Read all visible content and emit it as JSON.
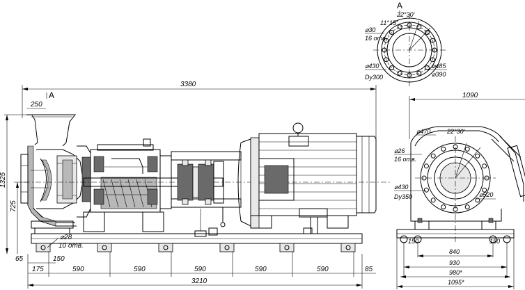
{
  "section_label": "A",
  "side_view_label": "A",
  "main_view": {
    "overall_length": "3380",
    "inlet_offset": "250",
    "height_total": "1325",
    "shaft_height": "725",
    "bolt_hole_dia": "⌀28",
    "bolt_hole_count": "10 отв.",
    "base_length": "3210",
    "left_edge_65": "65",
    "foot_175": "175",
    "foot_150": "150",
    "spacings": [
      "590",
      "590",
      "590",
      "590",
      "590"
    ],
    "right_85": "85"
  },
  "flange_top": {
    "angle_outer": "22°30'",
    "angle_inner": "11°15'",
    "holes": "⌀30",
    "holes_count": "16 отв.",
    "dia_430": "⌀430",
    "dn": "Dy300",
    "dia_485": "⌀485",
    "dia_390": "⌀390"
  },
  "end_view": {
    "width": "1090",
    "dia_470": "⌀470",
    "angle": "22°30'",
    "holes": "⌀26",
    "holes_count": "16 отв.",
    "dia_430": "⌀430",
    "dn": "Dy350",
    "dia_520": "⌀520",
    "w_150_left": "150",
    "w_150_right": "150",
    "w_840": "840",
    "w_930": "930",
    "w_980": "980*",
    "w_1095": "1095*"
  }
}
